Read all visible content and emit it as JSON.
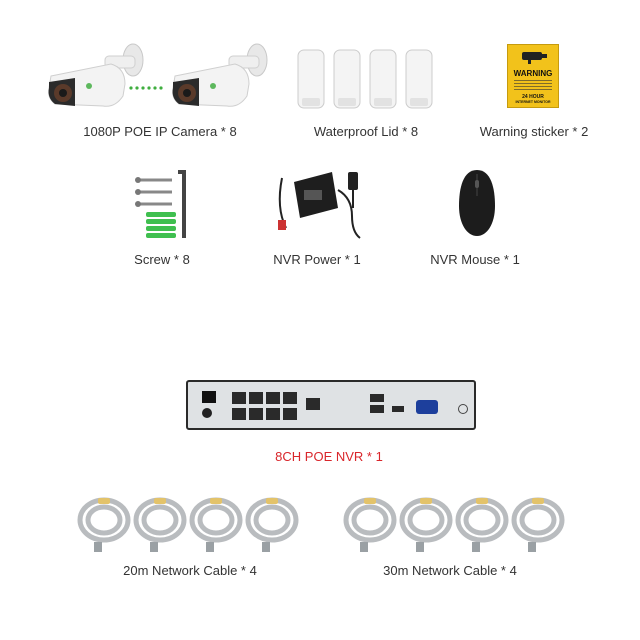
{
  "items": {
    "camera": {
      "label": "1080P POE IP Camera * 8"
    },
    "lid": {
      "label": "Waterproof Lid * 8"
    },
    "sticker": {
      "label": "Warning sticker * 2",
      "sign_title": "WARNING",
      "sign_footer": "24 HOUR",
      "sign_footer2": "INTERNET MONITOR"
    },
    "screw": {
      "label": "Screw * 8"
    },
    "power": {
      "label": "NVR Power * 1"
    },
    "mouse": {
      "label": "NVR Mouse * 1"
    },
    "nvr": {
      "label": "8CH POE NVR * 1"
    },
    "cable20": {
      "label": "20m Network Cable * 4"
    },
    "cable30": {
      "label": "30m Network Cable * 4"
    }
  },
  "colors": {
    "caption": "#333333",
    "nvr_caption": "#d9262b",
    "sticker_yellow": "#f2c21b",
    "screw_anchor": "#3fbf4f",
    "cable_gray": "#b9bcbf"
  }
}
